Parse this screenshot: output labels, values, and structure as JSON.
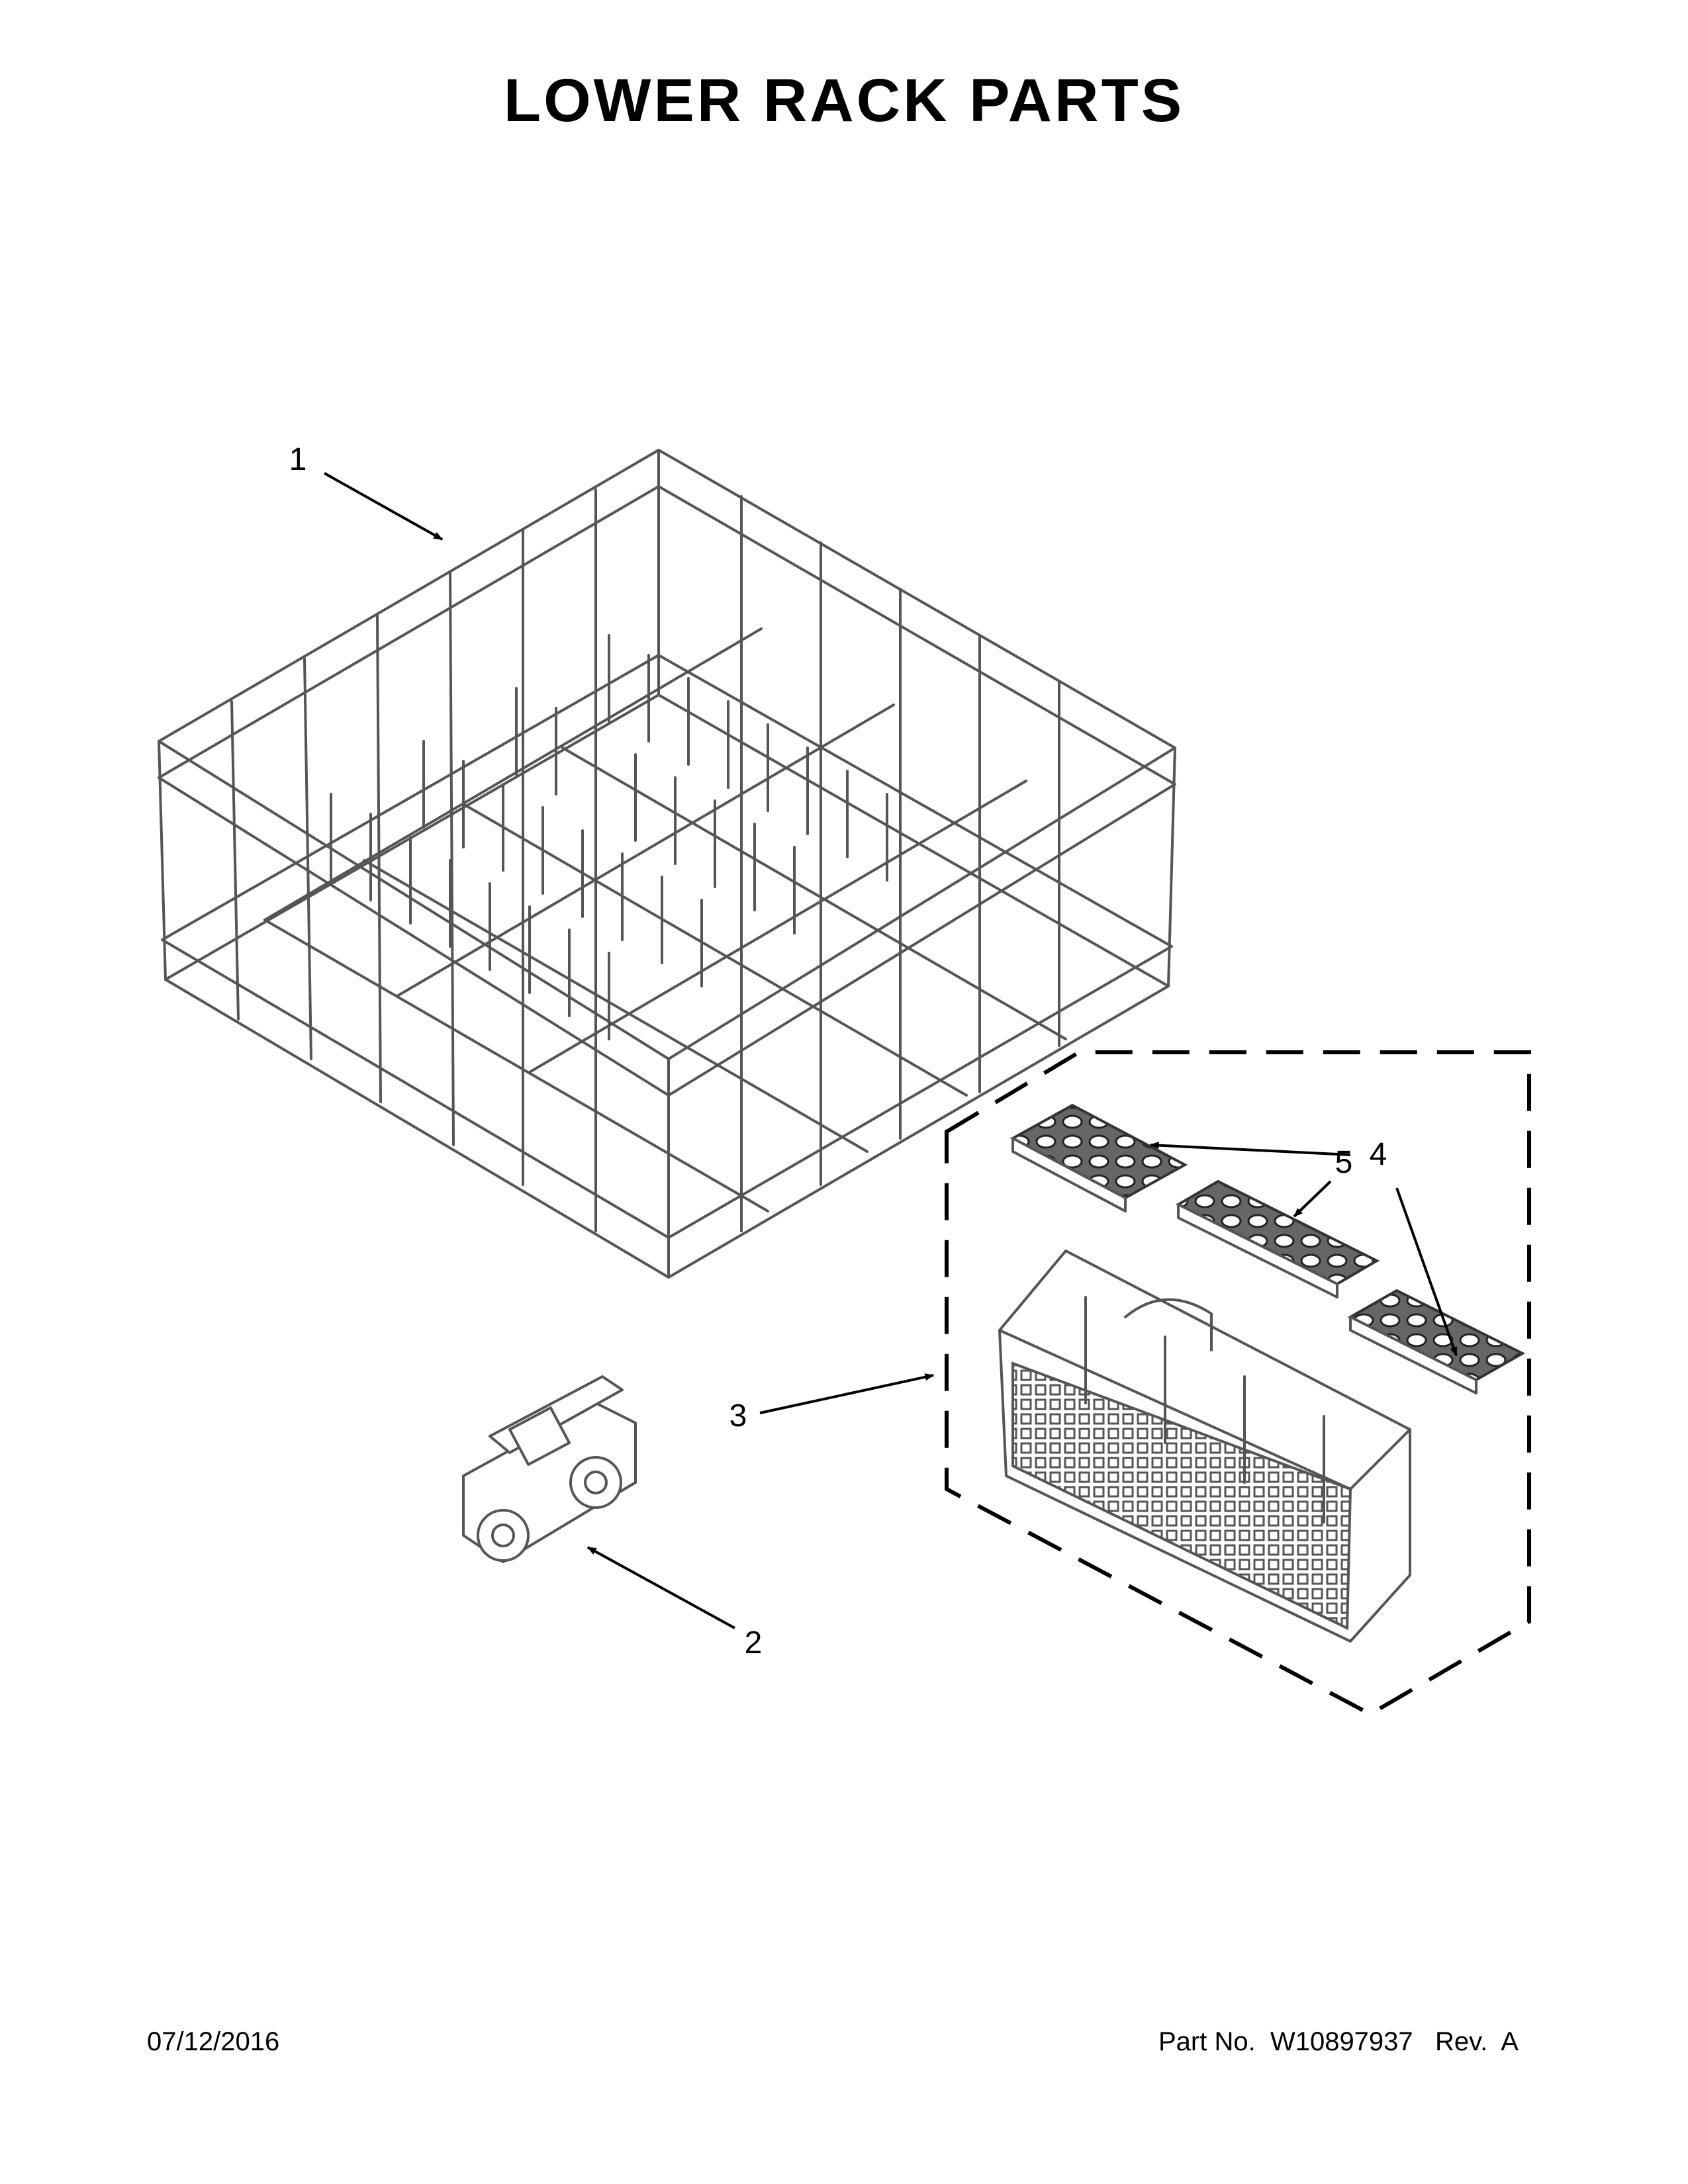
{
  "title": "LOWER RACK PARTS",
  "footer": {
    "date": "07/12/2016",
    "part_info": "Part No.  W10897937   Rev.  A"
  },
  "callouts": [
    {
      "id": "1",
      "label": "1",
      "part": "lower-rack"
    },
    {
      "id": "2",
      "label": "2",
      "part": "rack-wheel-assembly"
    },
    {
      "id": "3",
      "label": "3",
      "part": "silverware-basket"
    },
    {
      "id": "4",
      "label": "4",
      "part": "basket-cover"
    },
    {
      "id": "5",
      "label": "5",
      "part": "basket-cover-center"
    }
  ]
}
